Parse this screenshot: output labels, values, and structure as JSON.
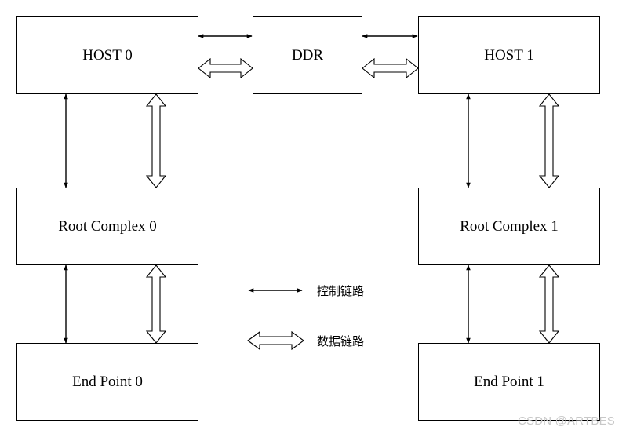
{
  "nodes": {
    "host0": "HOST 0",
    "ddr": "DDR",
    "host1": "HOST 1",
    "rc0": "Root Complex 0",
    "rc1": "Root Complex 1",
    "ep0": "End Point 0",
    "ep1": "End Point 1"
  },
  "legend": {
    "control_link": "控制链路",
    "data_link": "数据链路"
  },
  "watermark": "CSDN @ARTBES",
  "colors": {
    "line": "#000000",
    "background": "#ffffff",
    "watermark": "#c8c8c8"
  }
}
